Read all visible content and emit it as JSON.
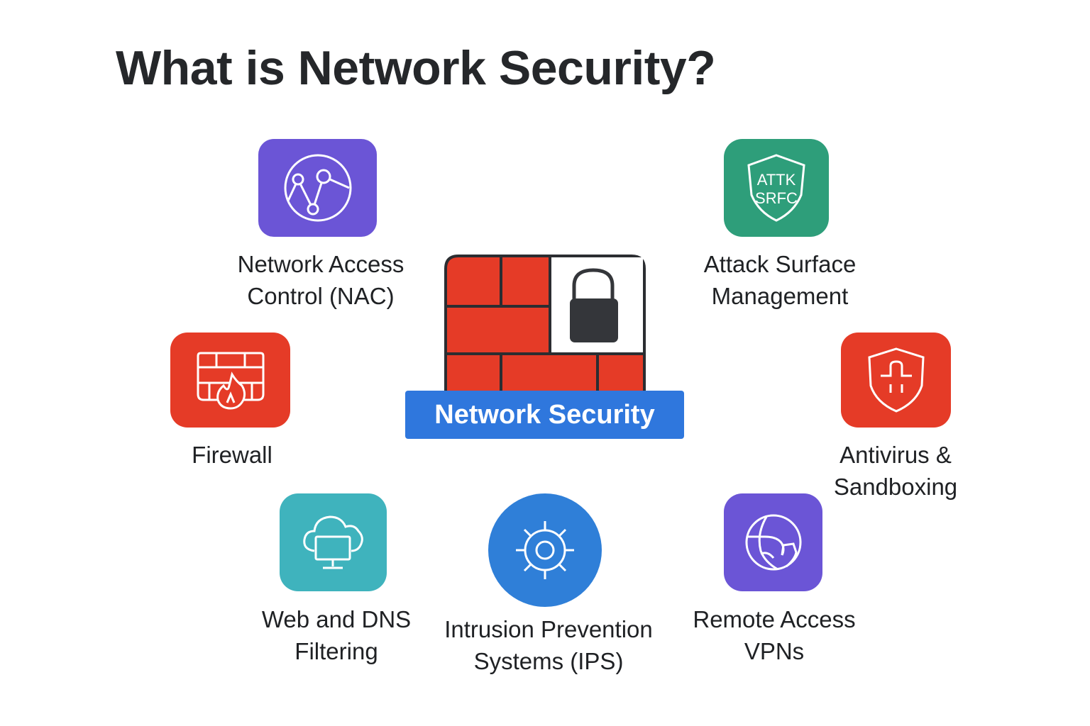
{
  "title": "What is Network Security?",
  "center": {
    "label": "Network Security",
    "icon": "firewall-lock-icon",
    "colors": {
      "brick": "#e53b27",
      "mortar": "#2b2d31",
      "lock": "#34363a",
      "banner": "#2f77dd"
    }
  },
  "items": [
    {
      "id": "nac",
      "lines": [
        "Network Access",
        "Control (NAC)"
      ],
      "icon": "network-globe-icon",
      "color": "#6b55d6"
    },
    {
      "id": "asm",
      "lines": [
        "Attack Surface",
        "Management"
      ],
      "icon": "shield-text-icon",
      "icon_text": [
        "ATTK",
        "SRFC"
      ],
      "color": "#2e9e7a"
    },
    {
      "id": "firewall",
      "lines": [
        "Firewall"
      ],
      "icon": "firewall-flame-icon",
      "color": "#e53b27"
    },
    {
      "id": "antivirus",
      "lines": [
        "Antivirus &",
        "Sandboxing"
      ],
      "icon": "shield-plus-icon",
      "color": "#e53b27"
    },
    {
      "id": "web-dns",
      "lines": [
        "Web and DNS",
        "Filtering"
      ],
      "icon": "cloud-monitor-icon",
      "color": "#3fb3bd"
    },
    {
      "id": "ips",
      "lines": [
        "Intrusion Prevention",
        "Systems (IPS)"
      ],
      "icon": "gear-target-icon",
      "color": "#2f7fd8"
    },
    {
      "id": "vpn",
      "lines": [
        "Remote Access",
        "VPNs"
      ],
      "icon": "globe-map-icon",
      "color": "#6b55d6"
    }
  ]
}
